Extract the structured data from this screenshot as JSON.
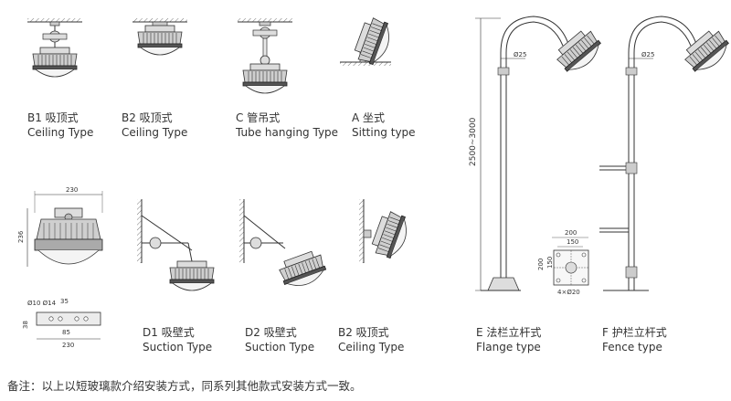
{
  "types": [
    {
      "id": "b1",
      "zh": "B1 吸顶式",
      "en": "Ceiling Type"
    },
    {
      "id": "b2",
      "zh": "B2 吸顶式",
      "en": "Ceiling  Type"
    },
    {
      "id": "c",
      "zh": "C 管吊式",
      "en": "Tube hanging Type"
    },
    {
      "id": "a",
      "zh": "A 坐式",
      "en": "Sitting type"
    },
    {
      "id": "d1",
      "zh": "D1 吸壁式",
      "en": "Suction Type"
    },
    {
      "id": "d2",
      "zh": "D2 吸壁式",
      "en": "Suction Type"
    },
    {
      "id": "b2b",
      "zh": "B2 吸顶式",
      "en": "Ceiling  Type"
    },
    {
      "id": "e",
      "zh": "E 法栏立杆式",
      "en": "Flange type"
    },
    {
      "id": "f",
      "zh": "F 护栏立杆式",
      "en": "Fence type"
    }
  ],
  "dimensions": {
    "lamp_width": "230",
    "lamp_height": "236",
    "bracket_holes": "Ø10 Ø14",
    "bracket_35": "35",
    "bracket_85": "85",
    "bracket_38": "38",
    "bracket_width": "230",
    "pole_height": "2500~3000",
    "pole_diameter_e": "Ø25",
    "pole_diameter_f": "Ø25",
    "flange_200_top": "200",
    "flange_150_top": "150",
    "flange_200_side": "200",
    "flange_150_side": "150",
    "flange_holes": "4×Ø20"
  },
  "note": "备注：以上以短玻璃款介绍安装方式，同系列其他款式安装方式一致。"
}
